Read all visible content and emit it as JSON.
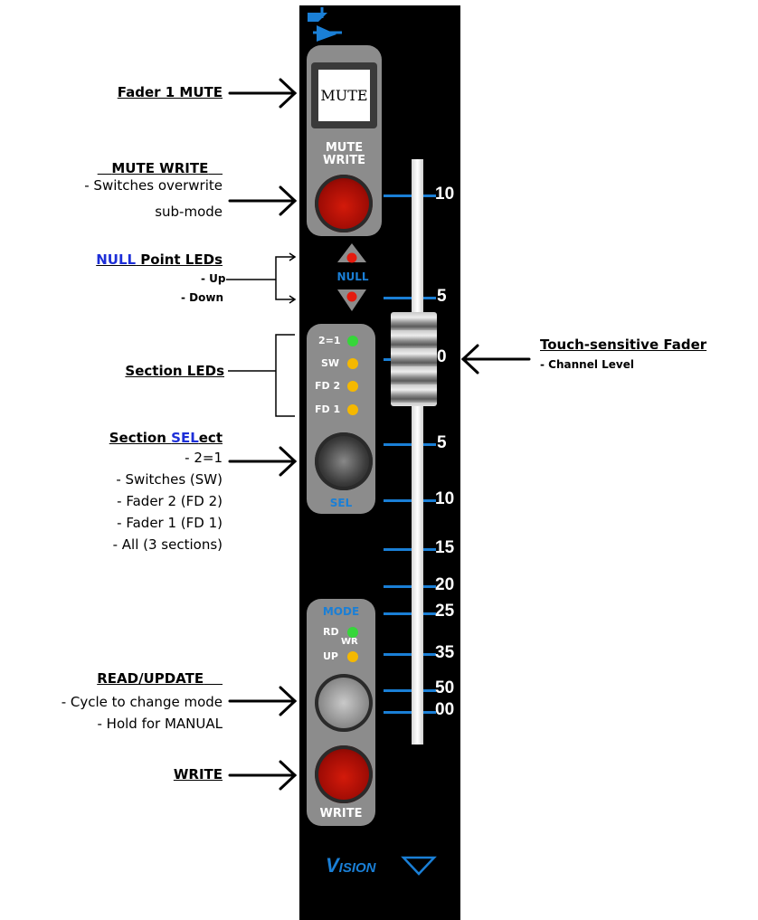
{
  "left_labels": {
    "fader_mute": "Fader  1 MUTE",
    "mute_write_title": "MUTE WRITE",
    "mute_write_desc": [
      "- Switches overwrite",
      "sub-mode"
    ],
    "null_word": "NULL",
    "null_rest": " Point LEDs",
    "null_desc": [
      "- Up",
      "- Down"
    ],
    "section_leds": "Section LEDs",
    "section_sel_prefix": "Section ",
    "section_sel_blue": "SEL",
    "section_sel_suffix": "ect",
    "section_sel_desc": [
      "- 2=1",
      "- Switches (SW)",
      "- Fader 2 (FD 2)",
      "- Fader 1 (FD 1)",
      "- All (3 sections)"
    ],
    "read_update_title": "READ/UPDATE",
    "read_update_desc": [
      "- Cycle to change mode",
      "- Hold for MANUAL"
    ],
    "write_title": "WRITE"
  },
  "right_labels": {
    "fader_title": "Touch-sensitive Fader",
    "fader_desc": "- Channel Level"
  },
  "strip": {
    "mute_button": "MUTE",
    "mute_write_label": [
      "MUTE",
      "WRITE"
    ],
    "null_label": "NULL",
    "section_leds": [
      "2=1",
      "SW",
      "FD 2",
      "FD 1"
    ],
    "sel_label": "SEL",
    "mode_label": "MODE",
    "mode_leds": [
      "RD",
      "UP"
    ],
    "wr_label": "WR",
    "write_label": "WRITE",
    "brand": "Vision",
    "fader_scale": [
      "10",
      "5",
      "0",
      "5",
      "10",
      "15",
      "20",
      "25",
      "35",
      "50",
      "00"
    ]
  },
  "colors": {
    "strip_bg": "#000000",
    "panel": "#8c8c8c",
    "accent_blue": "#1a7fd6",
    "led_green": "#36d63a",
    "led_amber": "#f5b800",
    "led_red": "#e51b0e",
    "link_blue": "#1d2fd8"
  }
}
